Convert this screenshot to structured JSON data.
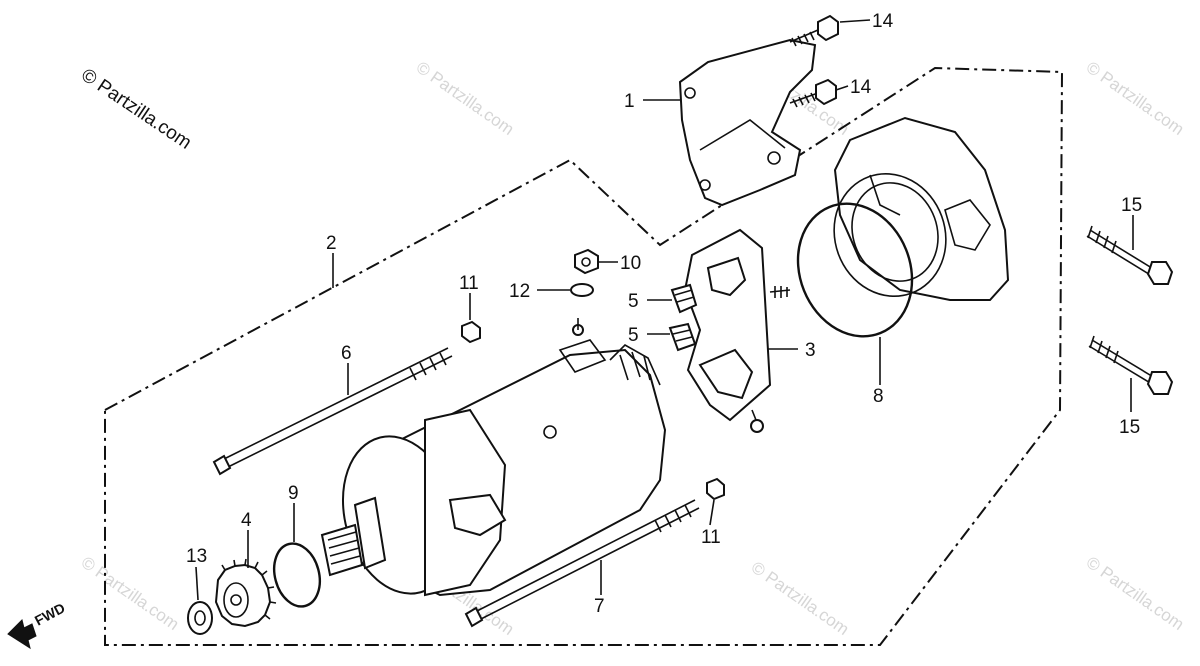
{
  "copyright": "© Partzilla.com",
  "watermark": "© Partzilla.com",
  "direction_label": "FWD",
  "callouts": {
    "c1": "1",
    "c2": "2",
    "c3": "3",
    "c4": "4",
    "c5a": "5",
    "c5b": "5",
    "c6": "6",
    "c7": "7",
    "c8": "8",
    "c9": "9",
    "c10": "10",
    "c11a": "11",
    "c11b": "11",
    "c12": "12",
    "c13": "13",
    "c14a": "14",
    "c14b": "14",
    "c15a": "15",
    "c15b": "15"
  }
}
